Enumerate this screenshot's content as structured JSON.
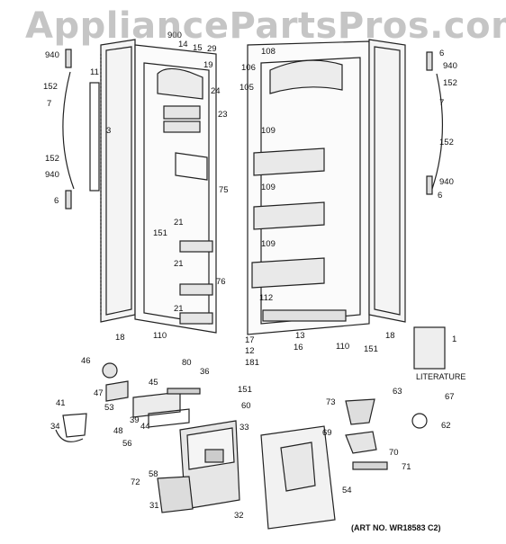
{
  "watermark": "AppliancePartsPros.com",
  "literature_label": "LITERATURE",
  "art_number": "(ART NO. WR18583 C2)",
  "callouts": [
    "940",
    "152",
    "7",
    "152",
    "940",
    "6",
    "11",
    "3",
    "900",
    "14",
    "15",
    "29",
    "19",
    "24",
    "23",
    "75",
    "151",
    "21",
    "21",
    "21",
    "76",
    "18",
    "110",
    "80",
    "108",
    "106",
    "105",
    "109",
    "109",
    "109",
    "112",
    "13",
    "16",
    "17",
    "12",
    "181",
    "110",
    "151",
    "18",
    "6",
    "940",
    "152",
    "7",
    "152",
    "940",
    "6",
    "1",
    "46",
    "45",
    "36",
    "151",
    "47",
    "60",
    "53",
    "39",
    "44",
    "41",
    "34",
    "48",
    "56",
    "33",
    "72",
    "58",
    "31",
    "32",
    "73",
    "63",
    "67",
    "62",
    "69",
    "70",
    "71",
    "54"
  ],
  "colors": {
    "line": "#222222",
    "shade": "#d9d9d9",
    "watermark": "#969696"
  }
}
